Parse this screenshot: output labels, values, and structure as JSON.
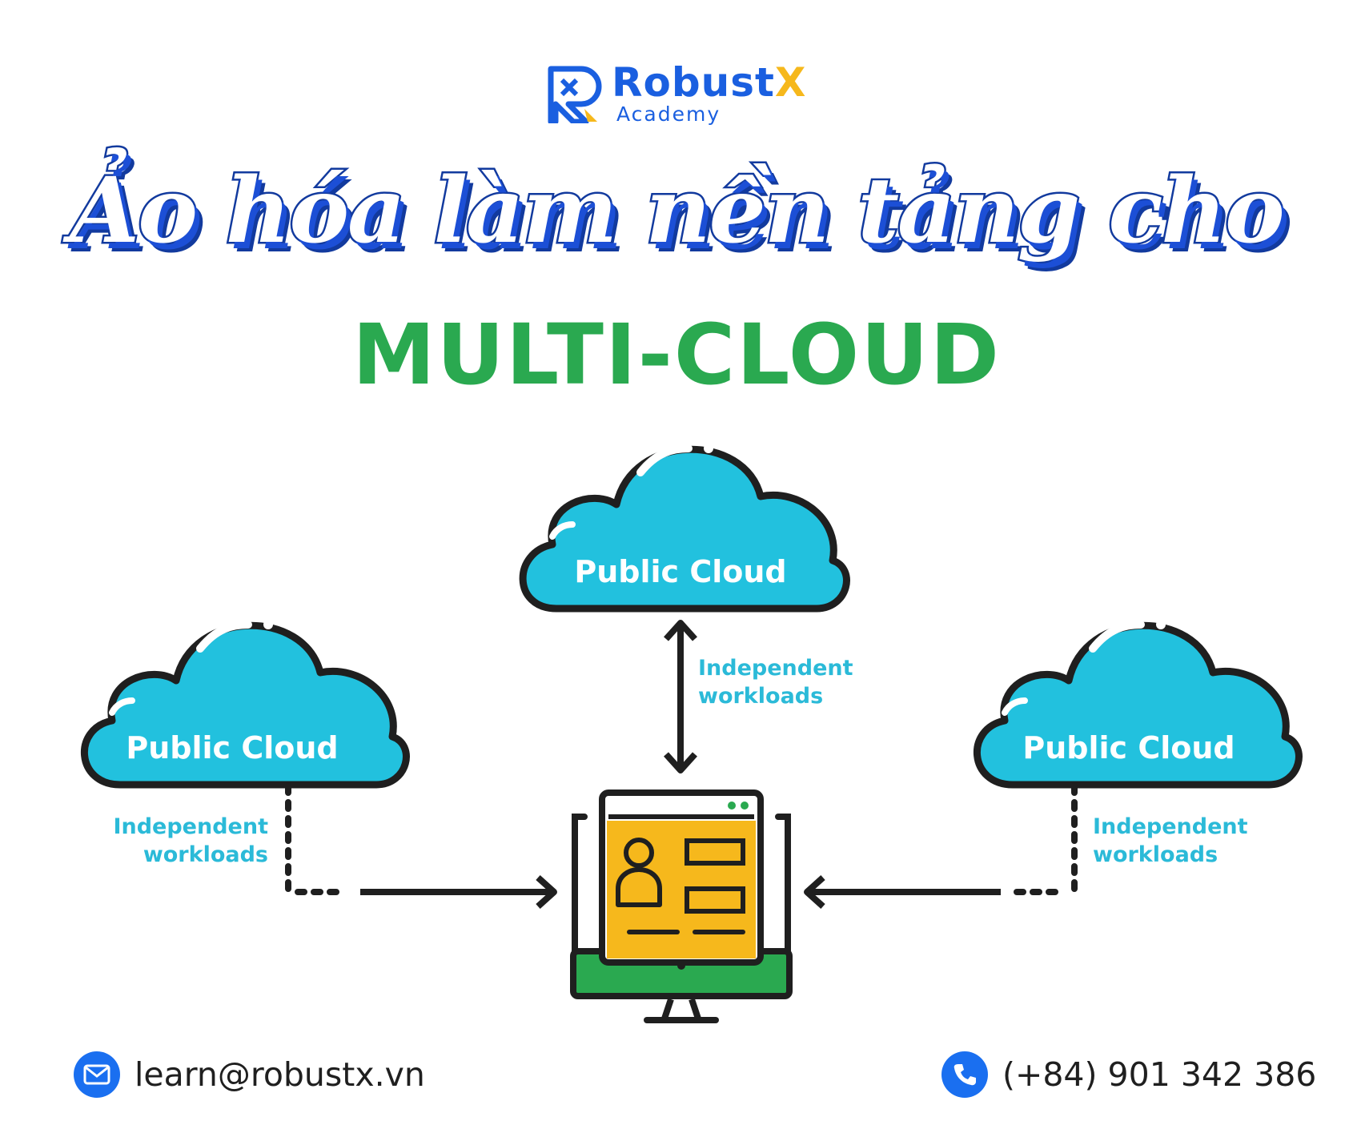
{
  "logo": {
    "brand": "Robust",
    "brand_x": "X",
    "subtitle": "Academy"
  },
  "title": "Ảo hóa làm nền tảng cho",
  "subtitle": "MULTI-CLOUD",
  "diagram": {
    "clouds": [
      {
        "label": "Public Cloud"
      },
      {
        "label": "Public Cloud"
      },
      {
        "label": "Public Cloud"
      }
    ],
    "workloads": [
      {
        "line1": "Independent",
        "line2": "workloads"
      },
      {
        "line1": "Independent",
        "line2": "workloads"
      },
      {
        "line1": "Independent",
        "line2": "workloads"
      }
    ]
  },
  "contact": {
    "email": "learn@robustx.vn",
    "phone": "(+84) 901 342 386"
  },
  "colors": {
    "brand_blue": "#1a5fe0",
    "brand_yellow": "#f6b81c",
    "title_green": "#2aa950",
    "cloud_cyan": "#22c1de",
    "screen_yellow": "#f6b81c",
    "monitor_green": "#2aa950"
  },
  "icons": [
    "logo-mark-icon",
    "cloud-icon",
    "computer-monitor-icon",
    "user-profile-icon",
    "mail-icon",
    "phone-icon"
  ]
}
